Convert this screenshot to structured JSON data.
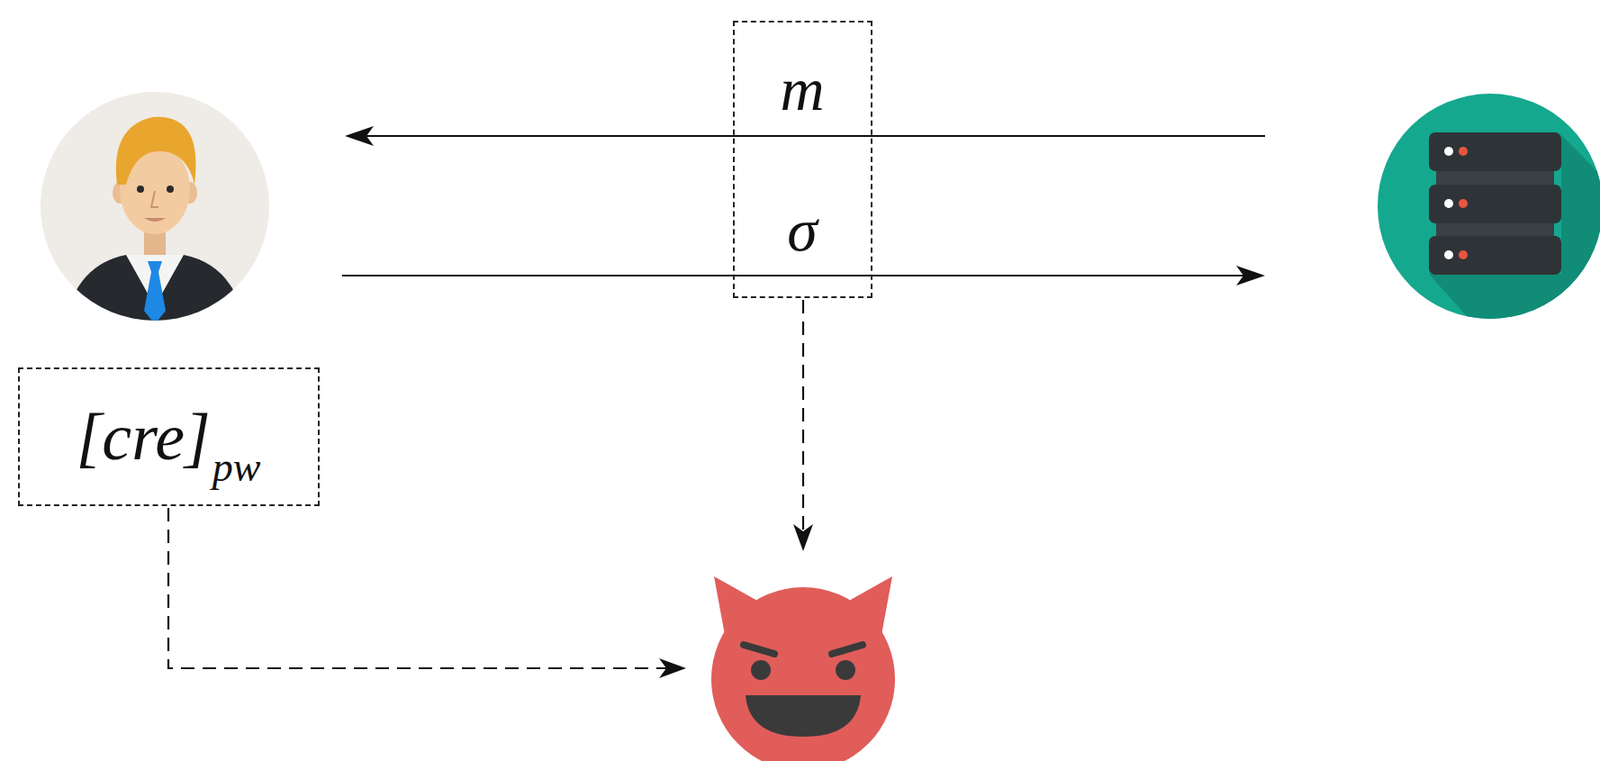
{
  "diagram": {
    "nodes": [
      {
        "text": [
          "m",
          "σ"
        ]
      },
      {
        "text": [
          "[cre]",
          "pw"
        ]
      }
    ]
  }
}
